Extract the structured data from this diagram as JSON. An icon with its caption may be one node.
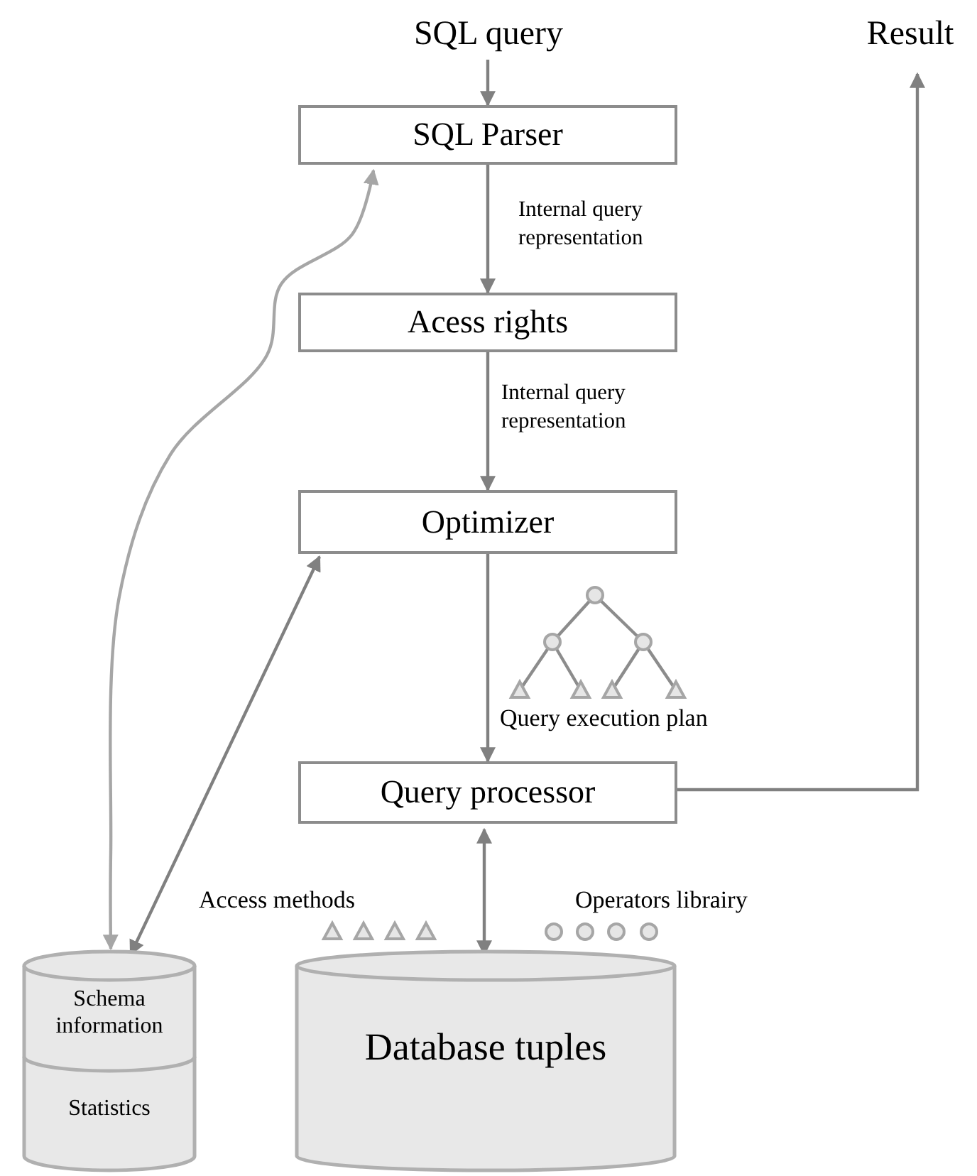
{
  "diagram": {
    "nodes": [
      {
        "text": [
          "SQL query"
        ]
      },
      {
        "text": [
          "SQL Parser"
        ]
      },
      {
        "text": [
          "Acess rights"
        ]
      },
      {
        "text": [
          "Optimizer"
        ]
      },
      {
        "text": [
          "Query processor"
        ]
      },
      {
        "text": [
          "Result"
        ]
      },
      {
        "text": [
          "Schema information",
          "Statistics"
        ]
      },
      {
        "text": [
          "Database tuples"
        ]
      }
    ],
    "edges": [
      {
        "from": 0,
        "to": 1,
        "arrow": "to"
      },
      {
        "from": 1,
        "to": 2,
        "arrow": "to",
        "label": "Internal query representation"
      },
      {
        "from": 2,
        "to": 3,
        "arrow": "to",
        "label": "Internal query representation"
      },
      {
        "from": 3,
        "to": 4,
        "arrow": "to",
        "label": "Query execution plan"
      },
      {
        "from": 4,
        "to": 5,
        "arrow": "to"
      },
      {
        "from": 4,
        "to": 7,
        "arrow": "both"
      },
      {
        "from": 1,
        "to": 6,
        "arrow": "both",
        "color": "#a6a6a6"
      },
      {
        "from": 3,
        "to": 6,
        "arrow": "both"
      }
    ],
    "labels": [
      "Access methods",
      "Operators librairy"
    ]
  }
}
